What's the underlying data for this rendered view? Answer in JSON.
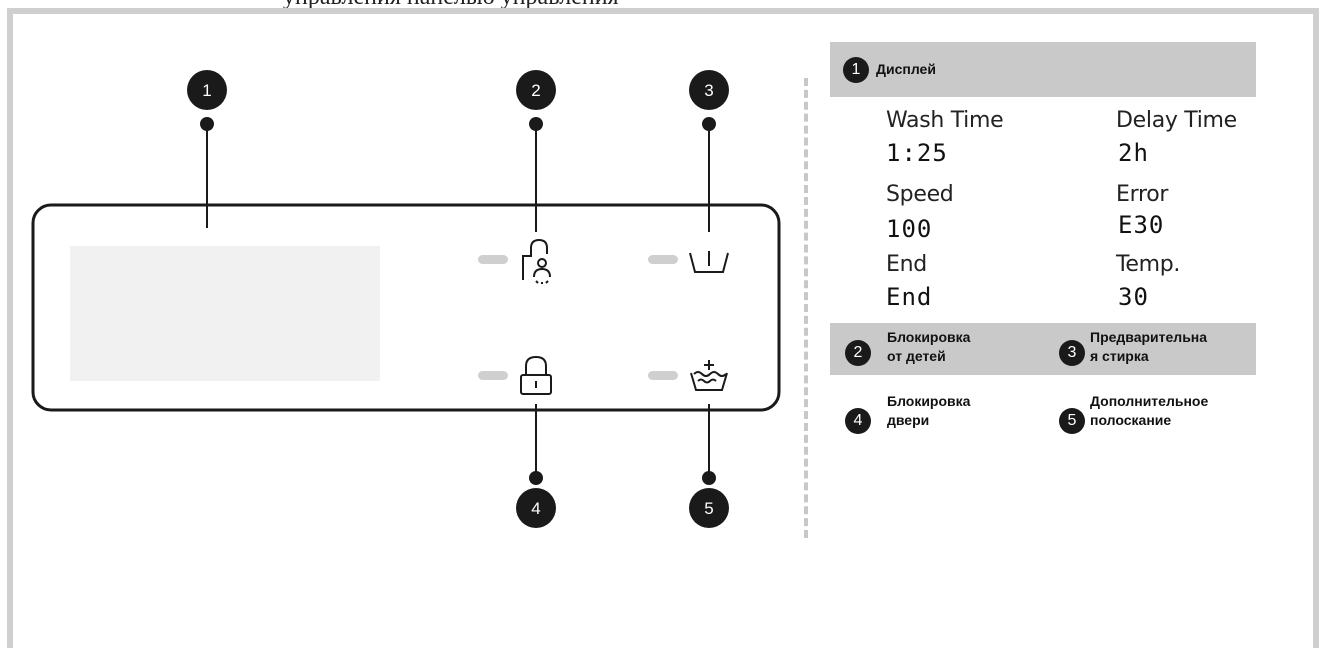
{
  "header": {
    "text": "управления панелью управления"
  },
  "legend": [
    {
      "num": "1",
      "label": "Дисплей"
    },
    {
      "num": "2",
      "label": "Блокировка от детей"
    },
    {
      "num": "3",
      "label": "Предварительная стирка"
    },
    {
      "num": "4",
      "label": "Блокировка двери"
    },
    {
      "num": "5",
      "label": "Дополнительное полоскание"
    }
  ],
  "legend_lines": {
    "l2a": "Блокировка",
    "l2b": "от детей",
    "l3a": "Предварительна",
    "l3b": "я стирка",
    "l4a": "Блокировка",
    "l4b": "двери",
    "l5a": "Дополнительное",
    "l5b": "полоскание"
  },
  "display_examples": [
    {
      "label": "Wash Time",
      "value": "1:25"
    },
    {
      "label": "Delay Time",
      "value": "2h"
    },
    {
      "label": "Speed",
      "value": "100"
    },
    {
      "label": "Error",
      "value": "E30"
    },
    {
      "label": "End",
      "value": "End"
    },
    {
      "label": "Temp.",
      "value": "30"
    }
  ],
  "callouts": [
    "1",
    "2",
    "3",
    "4",
    "5"
  ],
  "icons": [
    "child-lock-icon",
    "prewash-icon",
    "door-lock-icon",
    "extra-rinse-icon"
  ],
  "colors": {
    "callout": "#1a1a1a",
    "indicator": "#cfcfcf",
    "header_bar": "#c9c9c9",
    "display": "#f1f1f1"
  }
}
